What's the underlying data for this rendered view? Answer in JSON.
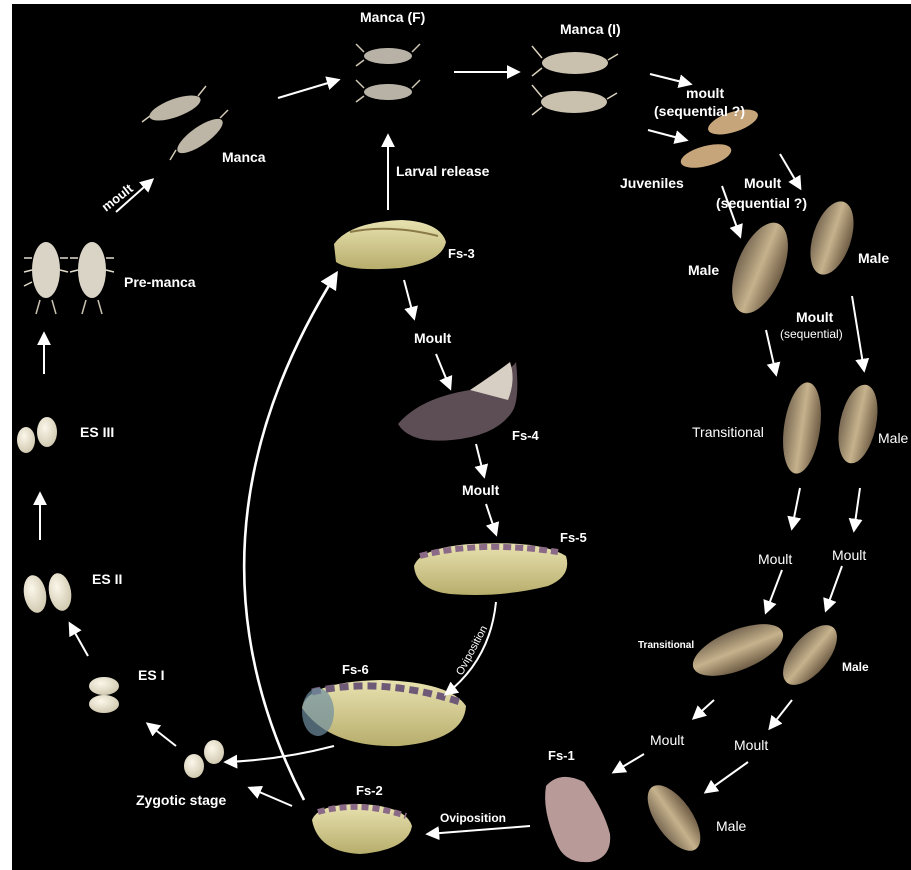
{
  "labels": {
    "manca_f": "Manca (F)",
    "manca_i": "Manca  (I)",
    "manca": "Manca",
    "moult_left": "moult",
    "moult_seq_q_1": "moult",
    "moult_seq_q_1b": "(sequential ?)",
    "larval_release": "Larval release",
    "juveniles": "Juveniles",
    "moult_seq_q_2": "Moult",
    "moult_seq_q_2b": "(sequential ?)",
    "pre_manca": "Pre-manca",
    "fs3": "Fs-3",
    "male_1": "Male",
    "male_2": "Male",
    "moult_seq_3": "Moult",
    "moult_seq_3b": "(sequential)",
    "moult_center_1": "Moult",
    "fs4": "Fs-4",
    "es3": "ES III",
    "transitional_1": "Transitional",
    "male_3": "Male",
    "moult_center_2": "Moult",
    "fs5": "Fs-5",
    "moult_r1": "Moult",
    "moult_r2": "Moult",
    "es2": "ES II",
    "oviposition_curve": "Oviposition",
    "transitional_2": "Transitional",
    "male_4": "Male",
    "es1": "ES I",
    "fs6": "Fs-6",
    "moult_r3": "Moult",
    "moult_r4": "Moult",
    "fs1": "Fs-1",
    "zygotic": "Zygotic stage",
    "fs2": "Fs-2",
    "oviposition_bottom": "Oviposition",
    "male_5": "Male"
  }
}
